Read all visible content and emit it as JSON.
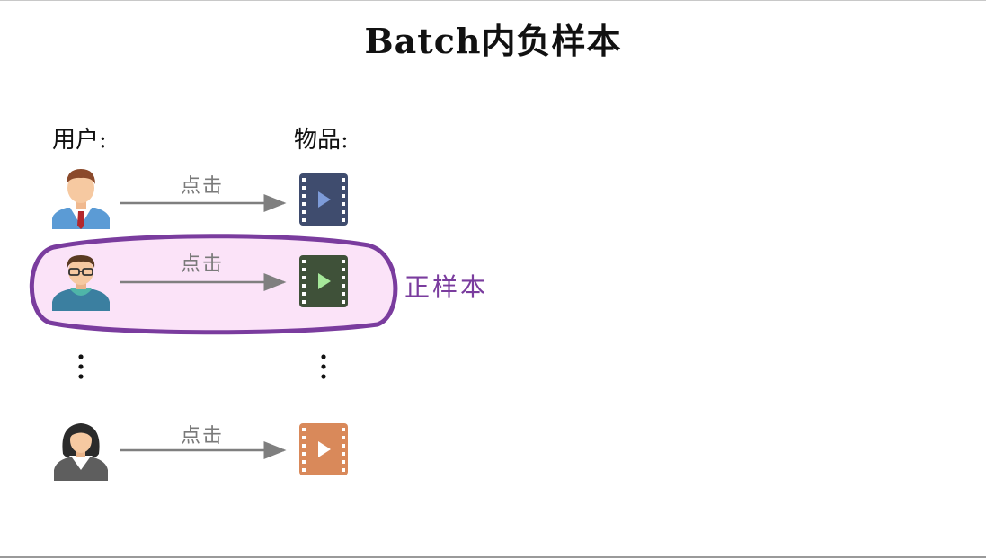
{
  "title": "Batch内负样本",
  "user_label": "用户:",
  "item_label": "物品:",
  "rows": [
    {
      "edge_label": "点击",
      "item_color": "#3f4c6e",
      "item_play": "#7d9bd9"
    },
    {
      "edge_label": "点击",
      "item_color": "#3f5139",
      "item_play": "#a6e89a"
    },
    {
      "edge_label": "点击",
      "item_color": "#d9895a",
      "item_play": "#ffffff"
    }
  ],
  "positive_label": "正样本",
  "colors": {
    "highlight_fill": "#fbe3f8",
    "highlight_stroke": "#7a3c9e",
    "arrow": "#7f7f7f"
  },
  "icons": [
    "user-male-tie-icon",
    "user-male-glasses-icon",
    "user-female-icon",
    "film-icon"
  ]
}
